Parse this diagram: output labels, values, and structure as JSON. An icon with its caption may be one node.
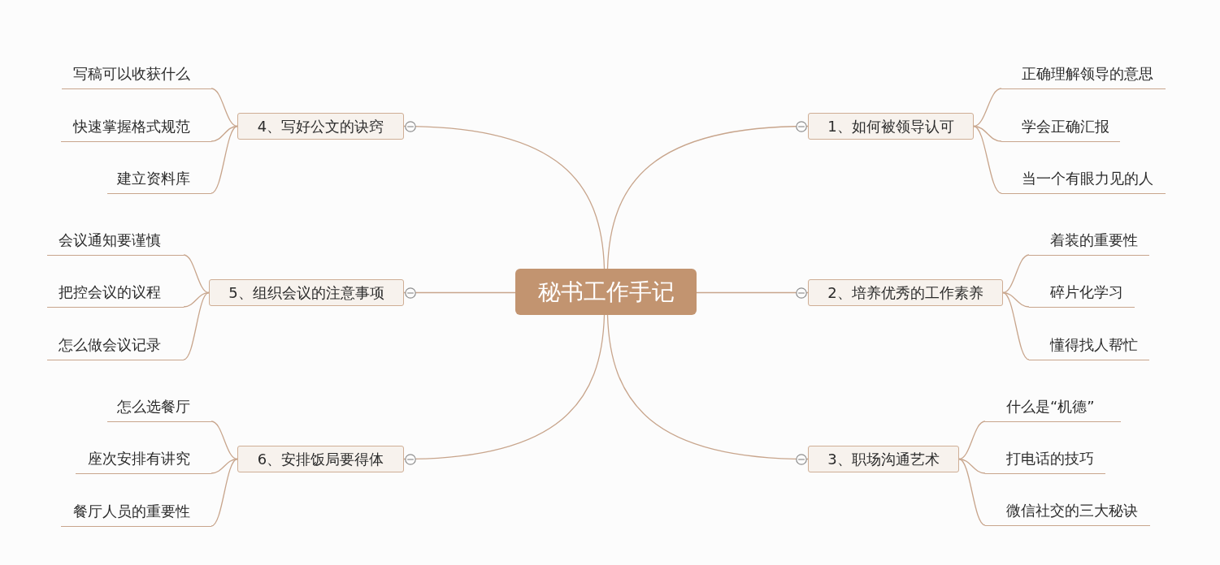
{
  "diagram": {
    "nodes": [
      {
        "text": [
          "秘书工作手记"
        ]
      },
      {
        "text": [
          "1、如何被领导认可"
        ]
      },
      {
        "text": [
          "正确理解领导的意思"
        ]
      },
      {
        "text": [
          "学会正确汇报"
        ]
      },
      {
        "text": [
          "当一个有眼力见的人"
        ]
      },
      {
        "text": [
          "2、培养优秀的工作素养"
        ]
      },
      {
        "text": [
          "着装的重要性"
        ]
      },
      {
        "text": [
          "碎片化学习"
        ]
      },
      {
        "text": [
          "懂得找人帮忙"
        ]
      },
      {
        "text": [
          "3、职场沟通艺术"
        ]
      },
      {
        "text": [
          "什么是“机德”"
        ]
      },
      {
        "text": [
          "打电话的技巧"
        ]
      },
      {
        "text": [
          "微信社交的三大秘诀"
        ]
      },
      {
        "text": [
          "4、写好公文的诀窍"
        ]
      },
      {
        "text": [
          "写稿可以收获什么"
        ]
      },
      {
        "text": [
          "快速掌握格式规范"
        ]
      },
      {
        "text": [
          "建立资料库"
        ]
      },
      {
        "text": [
          "5、组织会议的注意事项"
        ]
      },
      {
        "text": [
          "会议通知要谨慎"
        ]
      },
      {
        "text": [
          "把控会议的议程"
        ]
      },
      {
        "text": [
          "怎么做会议记录"
        ]
      },
      {
        "text": [
          "6、安排饭局要得体"
        ]
      },
      {
        "text": [
          "怎么选餐厅"
        ]
      },
      {
        "text": [
          "座次安排有讲究"
        ]
      },
      {
        "text": [
          "餐厅人员的重要性"
        ]
      }
    ],
    "edges": [
      {
        "from": 0,
        "to": 1,
        "arrow": "none"
      },
      {
        "from": 1,
        "to": 2,
        "arrow": "none"
      },
      {
        "from": 1,
        "to": 3,
        "arrow": "none"
      },
      {
        "from": 1,
        "to": 4,
        "arrow": "none"
      },
      {
        "from": 0,
        "to": 5,
        "arrow": "none"
      },
      {
        "from": 5,
        "to": 6,
        "arrow": "none"
      },
      {
        "from": 5,
        "to": 7,
        "arrow": "none"
      },
      {
        "from": 5,
        "to": 8,
        "arrow": "none"
      },
      {
        "from": 0,
        "to": 9,
        "arrow": "none"
      },
      {
        "from": 9,
        "to": 10,
        "arrow": "none"
      },
      {
        "from": 9,
        "to": 11,
        "arrow": "none"
      },
      {
        "from": 9,
        "to": 12,
        "arrow": "none"
      },
      {
        "from": 0,
        "to": 13,
        "arrow": "none"
      },
      {
        "from": 13,
        "to": 14,
        "arrow": "none"
      },
      {
        "from": 13,
        "to": 15,
        "arrow": "none"
      },
      {
        "from": 13,
        "to": 16,
        "arrow": "none"
      },
      {
        "from": 0,
        "to": 17,
        "arrow": "none"
      },
      {
        "from": 17,
        "to": 18,
        "arrow": "none"
      },
      {
        "from": 17,
        "to": 19,
        "arrow": "none"
      },
      {
        "from": 17,
        "to": 20,
        "arrow": "none"
      },
      {
        "from": 0,
        "to": 21,
        "arrow": "none"
      },
      {
        "from": 21,
        "to": 22,
        "arrow": "none"
      },
      {
        "from": 21,
        "to": 23,
        "arrow": "none"
      },
      {
        "from": 21,
        "to": 24,
        "arrow": "none"
      }
    ]
  }
}
